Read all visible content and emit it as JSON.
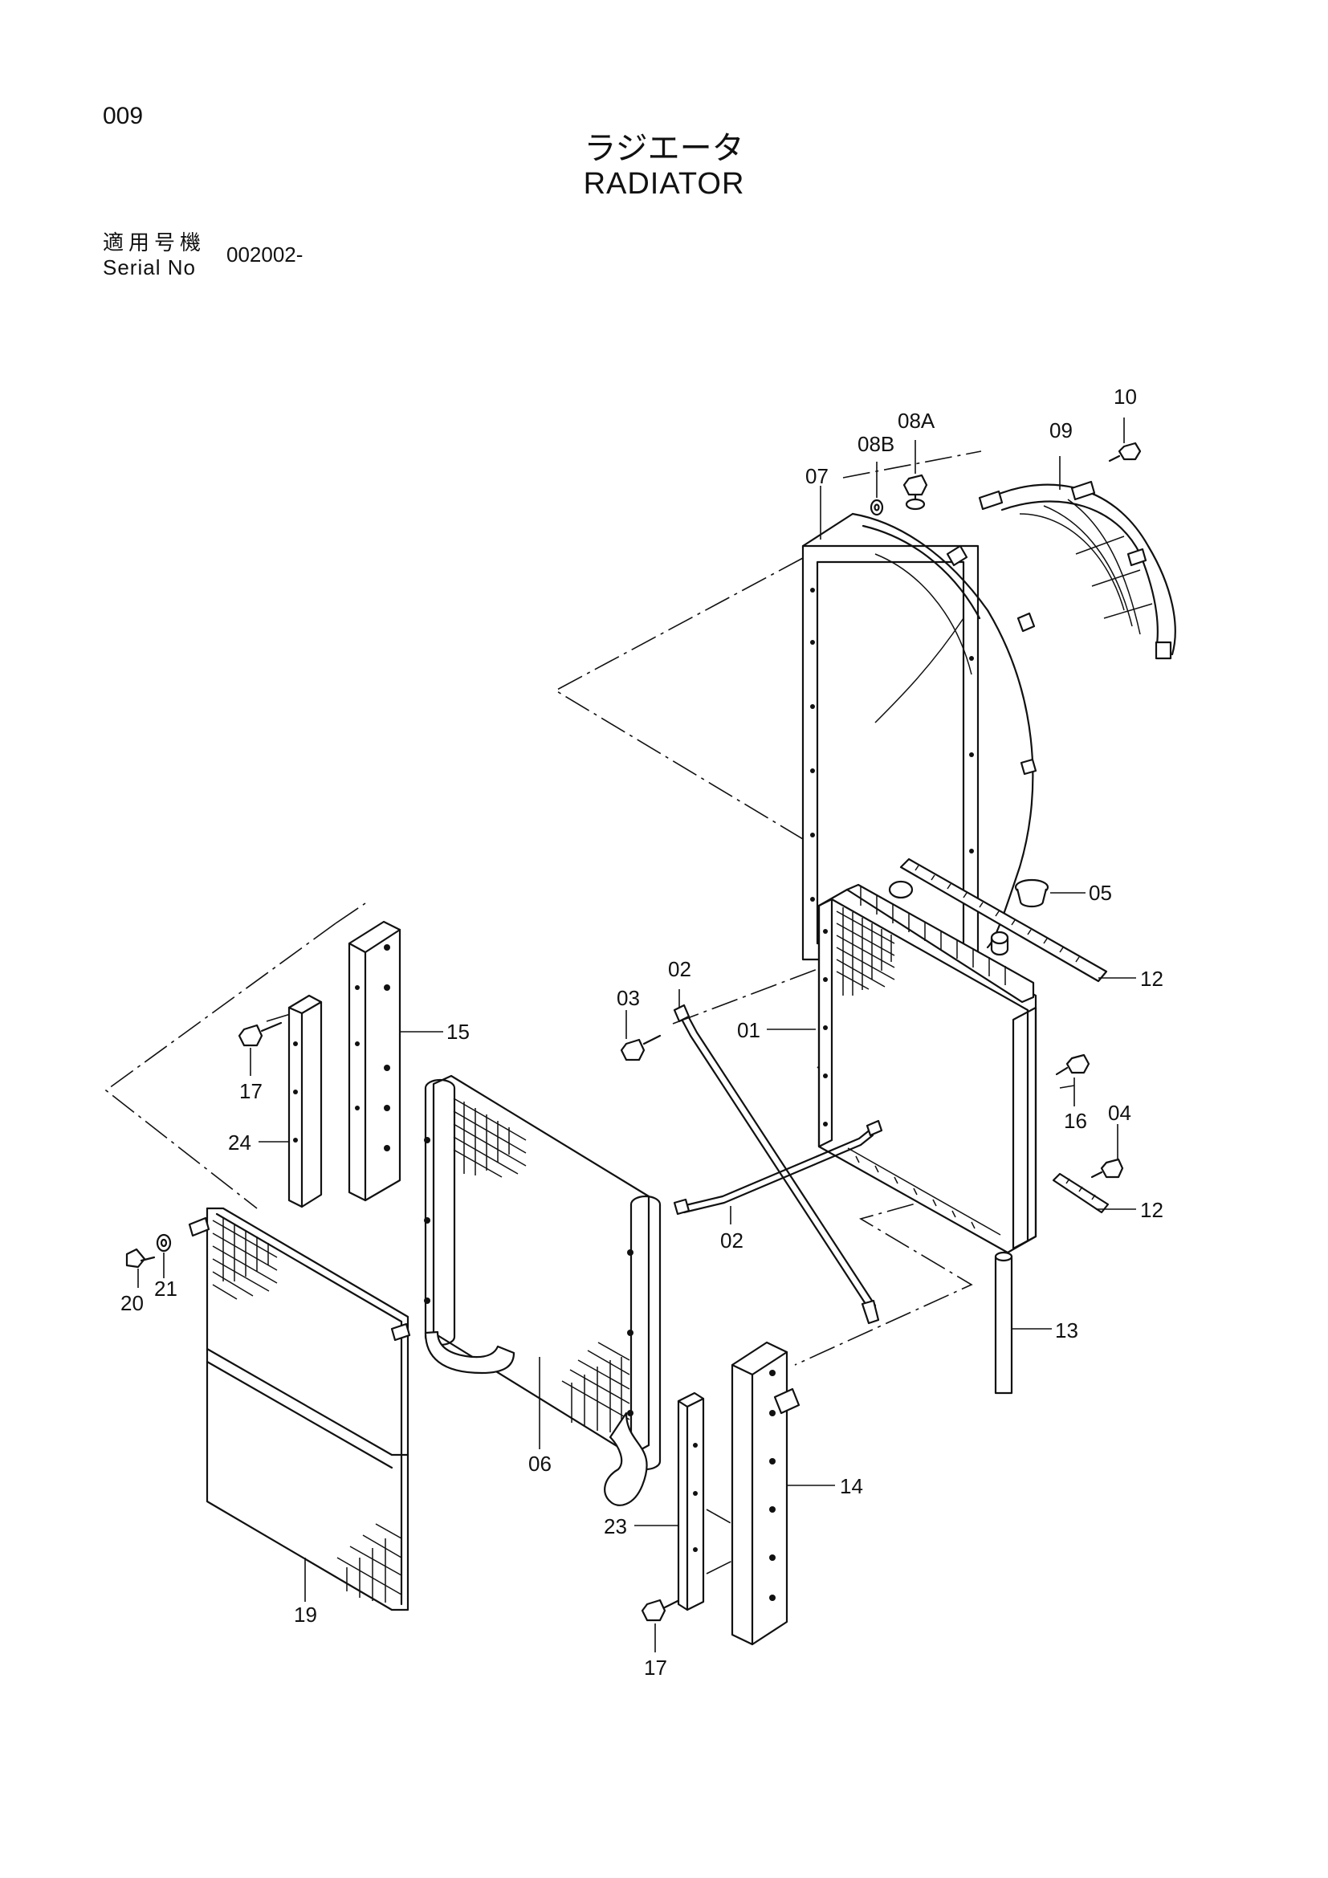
{
  "page_number": "009",
  "title_jp": "ラジエータ",
  "title_en": "RADIATOR",
  "serial": {
    "label_jp": "適用号機",
    "label_en": "Serial No",
    "value": "002002-"
  },
  "callouts": {
    "c01": "01",
    "c02a": "02",
    "c02b": "02",
    "c03": "03",
    "c04": "04",
    "c05": "05",
    "c06": "06",
    "c07": "07",
    "c08a": "08A",
    "c08b": "08B",
    "c09": "09",
    "c10": "10",
    "c12a": "12",
    "c12b": "12",
    "c13": "13",
    "c14": "14",
    "c15": "15",
    "c16": "16",
    "c17a": "17",
    "c17b": "17",
    "c19": "19",
    "c20": "20",
    "c21": "21",
    "c23": "23",
    "c24": "24"
  }
}
